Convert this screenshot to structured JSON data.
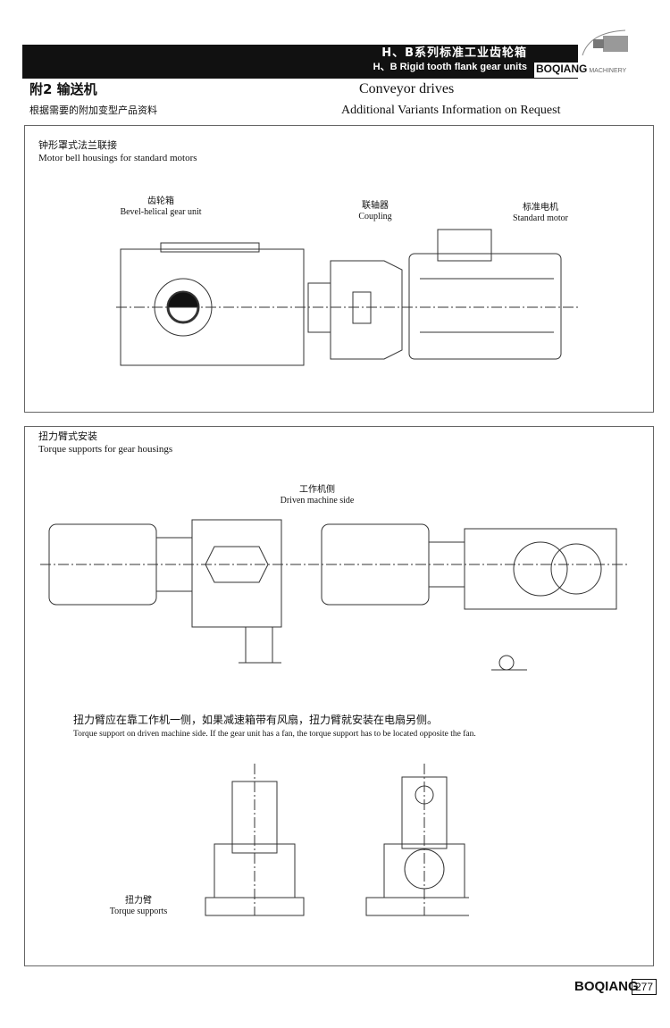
{
  "header": {
    "series_cn": "H、B系列标准工业齿轮箱",
    "series_en": "H、B Rigid tooth flank gear units",
    "brand": "BOQIANG",
    "brand_sub": "MACHINERY"
  },
  "title": {
    "cn": "附2  输送机",
    "en": "Conveyor drives",
    "sub_cn": "根据需要的附加变型产品资料",
    "sub_en": "Additional Variants Information on Request"
  },
  "section1": {
    "title_cn": "钟形罩式法兰联接",
    "title_en": "Motor bell housings for standard motors",
    "labels": [
      {
        "cn": "齿轮箱",
        "en": "Bevel-helical gear unit"
      },
      {
        "cn": "联轴器",
        "en": "Coupling"
      },
      {
        "cn": "标准电机",
        "en": "Standard motor"
      }
    ]
  },
  "section2": {
    "title_cn": "扭力臂式安装",
    "title_en": "Torque supports for gear housings",
    "driven_cn": "工作机侧",
    "driven_en": "Driven machine side",
    "note_cn": "扭力臂应在靠工作机一侧，如果减速箱带有风扇，扭力臂就安装在电扇另侧。",
    "note_en": "Torque support on driven machine side. If the gear unit has a fan, the torque support has to be located opposite the fan.",
    "ts_cn": "扭力臂",
    "ts_en": "Torque supports"
  },
  "footer": {
    "brand": "BOQIANG",
    "page": "277"
  }
}
